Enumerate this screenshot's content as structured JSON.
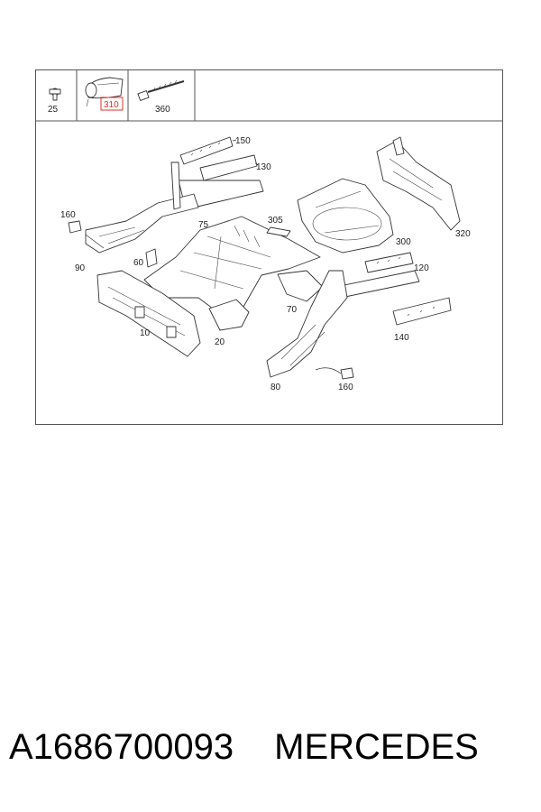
{
  "header_parts": [
    {
      "number": "25",
      "icon": "bolt-icon"
    },
    {
      "number": "310",
      "icon": "grommet-icon",
      "highlighted": true
    },
    {
      "number": "360",
      "icon": "long-screw-icon"
    }
  ],
  "callouts": {
    "c150": "150",
    "c130": "130",
    "c160a": "160",
    "c90": "90",
    "c75": "75",
    "c305": "305",
    "c300": "300",
    "c320": "320",
    "c60": "60",
    "c120": "120",
    "c70": "70",
    "c10": "10",
    "c20": "20",
    "c140": "140",
    "c80": "80",
    "c160b": "160"
  },
  "highlight_color": "#e0302a",
  "caption": {
    "part_number": "A1686700093",
    "brand": "MERCEDES"
  }
}
